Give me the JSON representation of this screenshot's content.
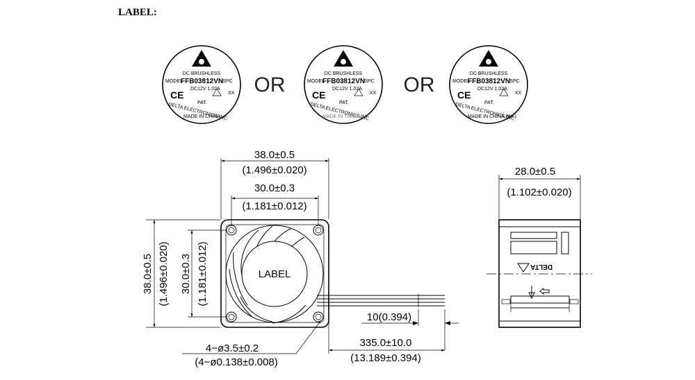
{
  "section_title": "LABEL:",
  "separator": "OR",
  "labels": [
    {
      "line1": "DC BRUSHLESS",
      "model_prefix": "MODEL",
      "model": "FFB03812VN",
      "model_suffix": "-SPC",
      "rating": "DC12V   1.02A",
      "xx": "XX",
      "pat": "PAT.",
      "maker": "DELTA ELECTRONICS,INC",
      "origin": "MADE IN CHINA"
    },
    {
      "line1": "DC BRUSHLESS",
      "model_prefix": "MODEL",
      "model": "FFB03812VN",
      "model_suffix": "-SPC",
      "rating": "DC12V   1.02A",
      "xx": "XX",
      "pat": "PAT.",
      "maker": "DELTA ELECTRONICS,INC",
      "origin": "MADE IN THAILAND"
    },
    {
      "line1": "DC BRUSHLESS",
      "model_prefix": "MODEL",
      "model": "FFB03812VN",
      "model_suffix": "-SPC",
      "rating": "DC12V   1.02A",
      "xx": "XX",
      "pat": "PAT.",
      "maker": "DELTA ELECTRONICS,INC",
      "origin": "MADE IN CHINA (WF)"
    }
  ],
  "front_view": {
    "hub_label": "LABEL",
    "width_mm": "38.0±0.5",
    "width_in": "(1.496±0.020)",
    "hole_pitch_mm": "30.0±0.3",
    "hole_pitch_in": "(1.181±0.012)",
    "height_mm": "38.0±0.5",
    "height_in": "(1.496±0.020)",
    "v_pitch_mm": "30.0±0.3",
    "v_pitch_in": "(1.181±0.012)",
    "strip_mm_in": "10(0.394)",
    "lead_mm": "335.0±10.0",
    "lead_in": "(13.189±0.394)",
    "holes_mm": "4−ø3.5±0.2",
    "holes_in": "(4−ø0.138±0.008)"
  },
  "side_view": {
    "depth_mm": "28.0±0.5",
    "depth_in": "(1.102±0.020)",
    "brand_text": "DELTA"
  }
}
